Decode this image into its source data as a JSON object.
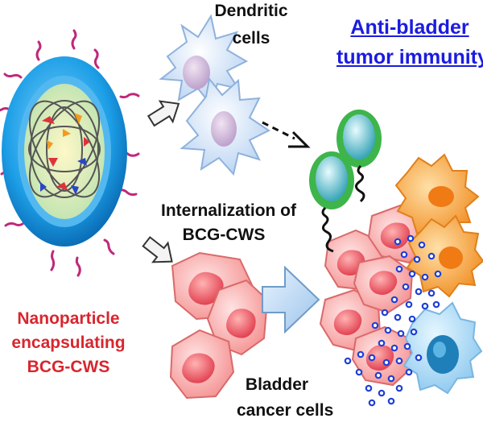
{
  "labels": {
    "dendritic": [
      "Dendritic",
      "cells"
    ],
    "internalization": [
      "Internalization of",
      "BCG-CWS"
    ],
    "nanoparticle": [
      "Nanoparticle",
      "encapsulating",
      "BCG-CWS"
    ],
    "bladder": [
      "Bladder",
      "cancer cells"
    ],
    "immunity": [
      "Anti-bladder",
      "tumor immunity"
    ]
  },
  "colors": {
    "title_blue": "#1b1be0",
    "nanoparticle_red": "#d8262e",
    "particle_shell": "#2aa7e8",
    "cancer_cell": "#f58a8a",
    "dendritic_cell": "#d6e6f8",
    "t_cell": "#3db54a",
    "granule": "#1f3fd6"
  }
}
